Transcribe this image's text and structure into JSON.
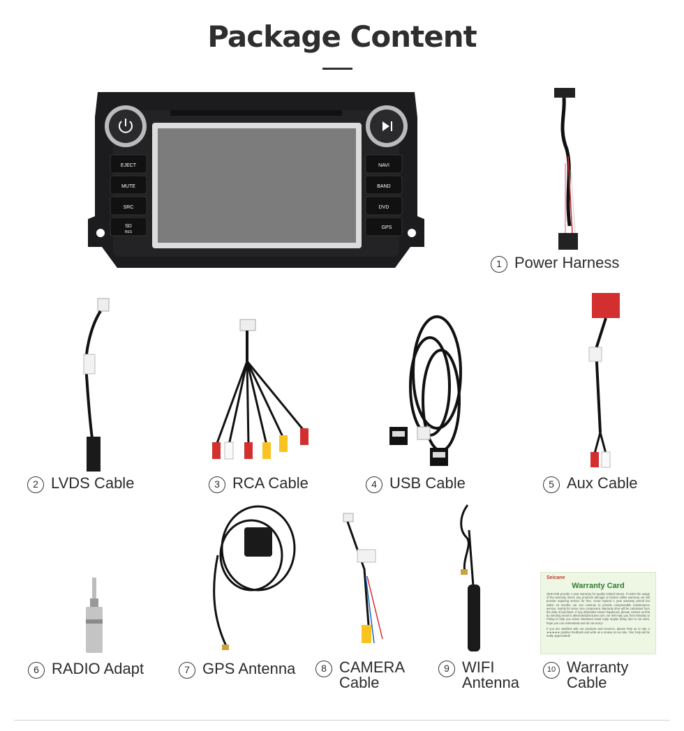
{
  "page": {
    "title": "Package Content"
  },
  "head_unit": {
    "left_buttons": [
      "EJECT",
      "MUTE",
      "SRC",
      "SD"
    ],
    "left_button_sub": "RES",
    "right_buttons": [
      "NAVI",
      "BAND",
      "DVD",
      "GPS"
    ]
  },
  "items": [
    {
      "num": "1",
      "label": "Power Harness"
    },
    {
      "num": "2",
      "label": "LVDS Cable"
    },
    {
      "num": "3",
      "label": "RCA Cable"
    },
    {
      "num": "4",
      "label": "USB Cable"
    },
    {
      "num": "5",
      "label": "Aux Cable"
    },
    {
      "num": "6",
      "label": "RADIO Adapt"
    },
    {
      "num": "7",
      "label": "GPS Antenna"
    },
    {
      "num": "8",
      "label": "CAMERA Cable"
    },
    {
      "num": "9",
      "label": "WIFI Antenna"
    },
    {
      "num": "10",
      "label": "Warranty Cable"
    }
  ],
  "warranty_card": {
    "brand": "Seicane",
    "title": "Warranty Card",
    "body": "SEICANE provide 1 year warranty for quality related issues. If under the usage of the warranty sheet, any products damage or broken within warranty, we will provide repairing service for free. Good expired 1 year warranty period but within 18 months, we can continue to provide compensable maintenance service, mainly for some core component. Warranty time will be calculated from the date of purchase. If any aftersales issues happened, please contact us first by sending email to aftersales@seicane.com, we will reply you from Monday to Friday to help you solve! Weekend email reply maybe delay due to not work, hope you can understand and do not worry!",
    "footer": "If you are satisfied with our products and services, please help us to rate a ★★★★★ positive feedback and write us a review on our site. Your help will be really appreciated!"
  },
  "colors": {
    "text": "#2b2b2b",
    "device": "#1c1c1e",
    "screen": "#7c7c7c",
    "card_bg": "#eef6e4",
    "card_title": "#2e7d32"
  }
}
